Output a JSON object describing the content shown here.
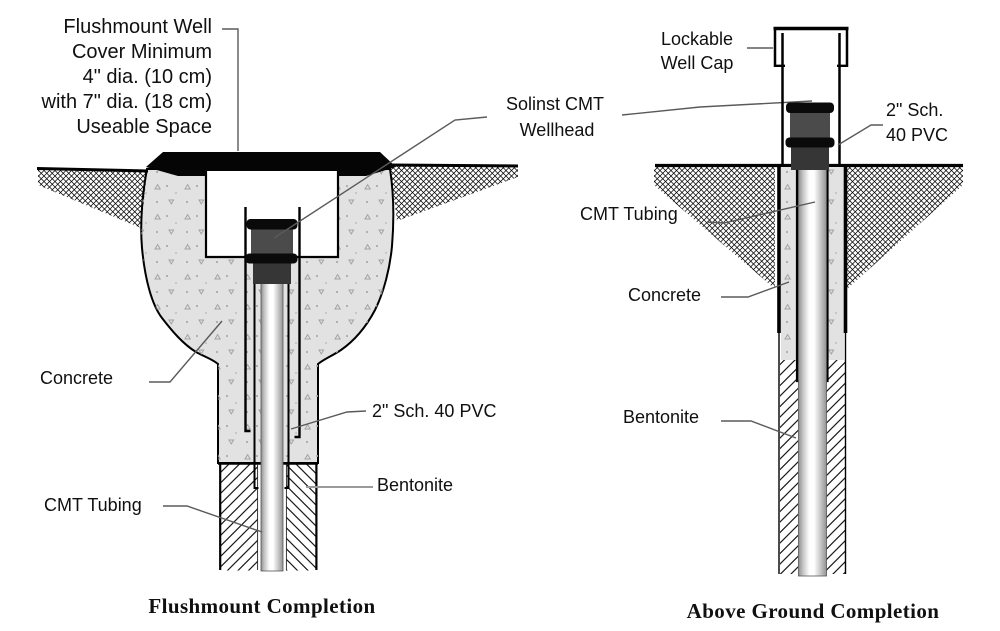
{
  "colors": {
    "background": "#ffffff",
    "concrete_fill": "#e2e2e2",
    "speckle": "#a3a3a3",
    "wellhead_body": "#4b4b4b",
    "wellhead_lower": "#363636",
    "wellhead_rim": "#0a0a0a",
    "cover_black": "#050505",
    "leader_line": "#5a5a5a"
  },
  "left": {
    "caption": "Flushmount Completion",
    "cover_label": {
      "lines": [
        "Flushmount Well",
        "Cover Minimum",
        "4\" dia. (10 cm)",
        "with 7\" dia. (18 cm)",
        "Useable Space"
      ]
    },
    "wellhead_label": {
      "lines": [
        "Solinst CMT",
        "Wellhead"
      ]
    },
    "concrete_label": "Concrete",
    "pvc_label": "2\" Sch. 40 PVC",
    "bentonite_label": "Bentonite",
    "tubing_label": "CMT Tubing"
  },
  "right": {
    "caption": "Above Ground Completion",
    "cap_label": {
      "lines": [
        "Lockable",
        "Well Cap"
      ]
    },
    "pvc_label": {
      "lines": [
        "2\" Sch.",
        "40 PVC"
      ]
    },
    "tubing_label": "CMT Tubing",
    "concrete_label": "Concrete",
    "bentonite_label": "Bentonite"
  }
}
